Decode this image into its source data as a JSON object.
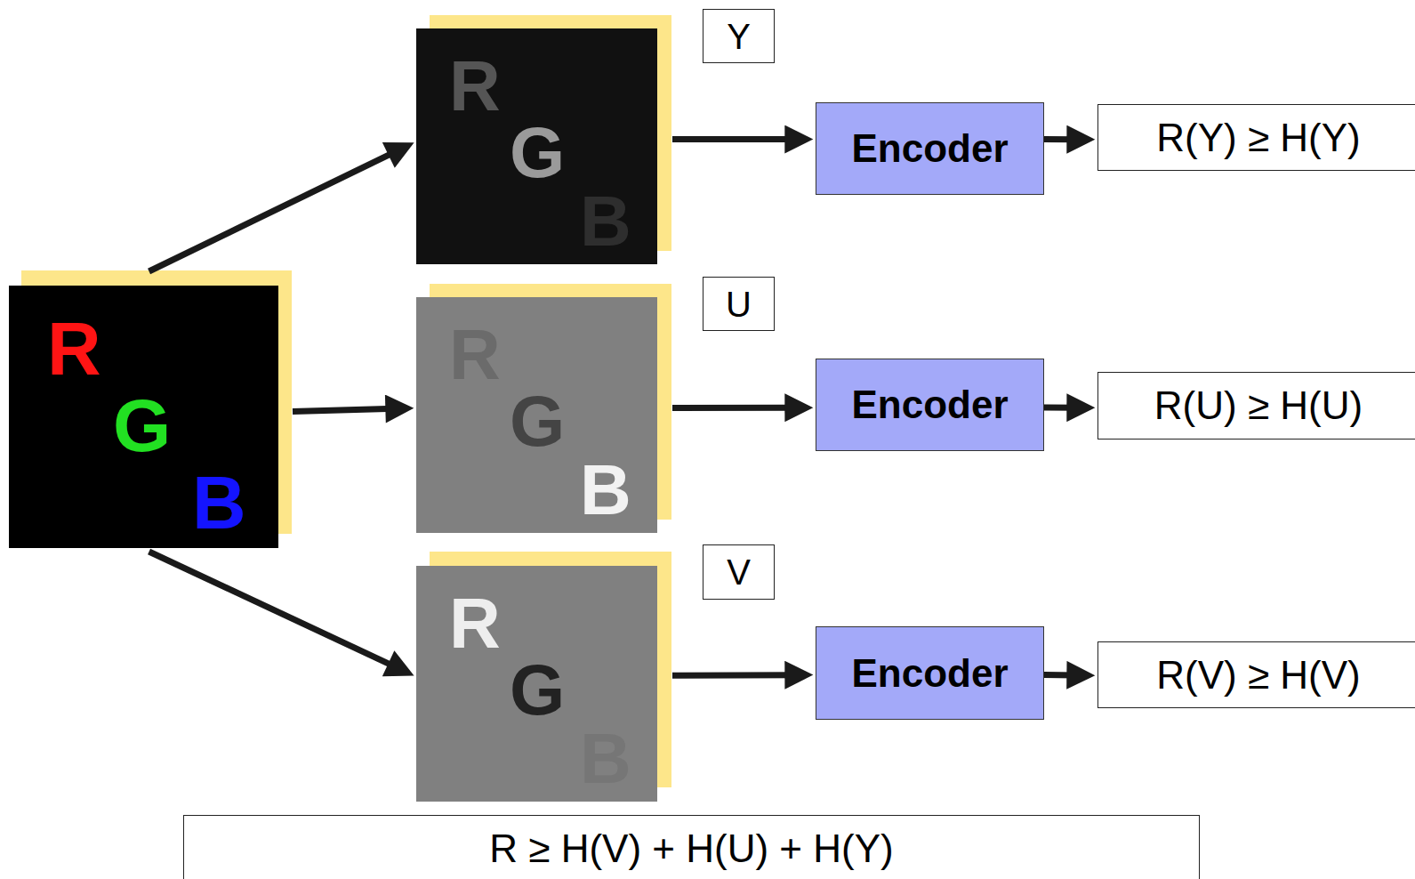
{
  "diagram": {
    "nodes": [
      {
        "text": [
          "R",
          "G",
          "B"
        ]
      },
      {
        "text": [
          "R",
          "G",
          "B"
        ]
      },
      {
        "text": [
          "Y"
        ]
      },
      {
        "text": [
          "Encoder"
        ]
      },
      {
        "text": [
          "R(Y) ≥ H(Y)"
        ]
      },
      {
        "text": [
          "R",
          "G",
          "B"
        ]
      },
      {
        "text": [
          "U"
        ]
      },
      {
        "text": [
          "Encoder"
        ]
      },
      {
        "text": [
          "R(U) ≥ H(U)"
        ]
      },
      {
        "text": [
          "R",
          "G",
          "B"
        ]
      },
      {
        "text": [
          "V"
        ]
      },
      {
        "text": [
          "Encoder"
        ]
      },
      {
        "text": [
          "R(V) ≥ H(V)"
        ]
      },
      {
        "text": [
          "R ≥ H(V) + H(U) + H(Y)"
        ]
      }
    ],
    "edges": [
      {
        "from": 0,
        "to": 1,
        "arrow": "to"
      },
      {
        "from": 0,
        "to": 5,
        "arrow": "to"
      },
      {
        "from": 0,
        "to": 9,
        "arrow": "to"
      },
      {
        "from": 1,
        "to": 3,
        "arrow": "to"
      },
      {
        "from": 3,
        "to": 4,
        "arrow": "to"
      },
      {
        "from": 5,
        "to": 7,
        "arrow": "to"
      },
      {
        "from": 7,
        "to": 8,
        "arrow": "to"
      },
      {
        "from": 9,
        "to": 11,
        "arrow": "to"
      },
      {
        "from": 11,
        "to": 12,
        "arrow": "to"
      }
    ]
  }
}
